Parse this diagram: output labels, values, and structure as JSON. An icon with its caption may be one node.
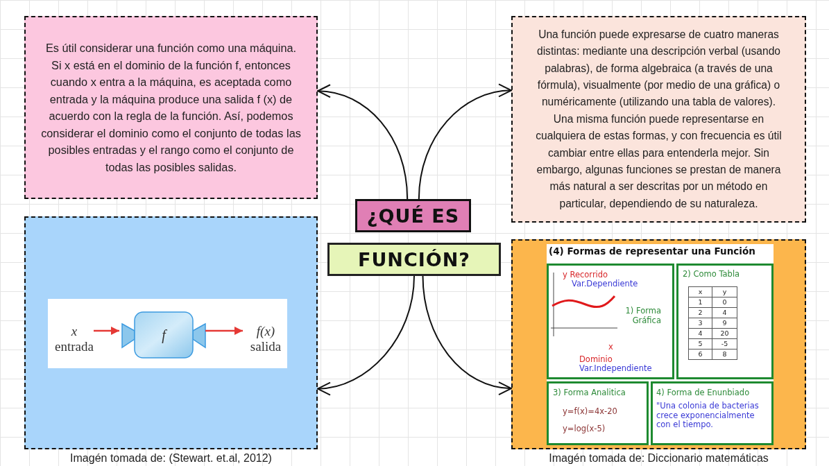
{
  "diagram": {
    "nodes": [
      {
        "text": [
          "¿QUÉ ES"
        ]
      },
      {
        "text": [
          "FUNCIÓN?"
        ]
      },
      {
        "text": [
          "Es útil considerar una función como una máquina. Si x está en el dominio de la función f, entonces cuando x entra a la máquina, es aceptada como entrada y la máquina produce una salida f (x) de acuerdo con la regla de la función. Así, podemos considerar el dominio como el conjunto de todas las posibles entradas y el rango como el conjunto de todas las posibles salidas."
        ]
      },
      {
        "text": [
          "Una función puede expresarse de cuatro maneras distintas: mediante una descripción verbal (usando palabras), de forma algebraica (a través de una fórmula), visualmente (por medio de una gráfica) o numéricamente (utilizando una tabla de valores). Una misma función puede representarse en cualquiera de estas formas, y con frecuencia es útil cambiar entre ellas para entenderla mejor. Sin embargo, algunas funciones se prestan de manera más natural a ser descritas por un método en particular, dependiendo de su naturaleza."
        ]
      },
      {
        "text": [],
        "shape": "box",
        "beside": [
          "Imagén tomada de: (Stewart. et.al, 2012)"
        ]
      },
      {
        "text": [],
        "shape": "box",
        "beside": [
          "Imagén tomada de: Diccionario matemáticas"
        ]
      },
      {
        "text": [
          "x",
          "entrada"
        ],
        "in": 4
      },
      {
        "text": [
          "f"
        ],
        "in": 4
      },
      {
        "text": [
          "f(x)",
          "salida"
        ],
        "in": 4
      },
      {
        "text": [
          "1) Forma Gráfica"
        ],
        "in": 5
      },
      {
        "text": [
          "2) Como Tabla"
        ],
        "in": 5
      },
      {
        "text": [
          "3) Forma Analitica",
          "y=f(x)=4x-20",
          "y=log(x-5)"
        ],
        "in": 5
      },
      {
        "text": [
          "4) Forma de Enunbiado",
          "\"Una colonia de bacterias crece exponencialmente con el tiempo."
        ],
        "in": 5
      }
    ],
    "edges": [
      {
        "from": 0,
        "to": 2,
        "arrow": "to"
      },
      {
        "from": 0,
        "to": 3,
        "arrow": "to"
      },
      {
        "from": 1,
        "to": 4,
        "arrow": "to"
      },
      {
        "from": 1,
        "to": 5,
        "arrow": "to"
      },
      {
        "from": 6,
        "to": 7,
        "arrow": "to",
        "color": "#e53935"
      },
      {
        "from": 7,
        "to": 8,
        "arrow": "to",
        "color": "#e53935"
      }
    ],
    "labels": [
      "(4) Formas de representar una Función",
      "y Recorrido",
      "Var.Dependiente",
      "x",
      "Dominio",
      "Var.Independiente",
      "x",
      "y",
      "1",
      "0",
      "2",
      "4",
      "3",
      "9",
      "4",
      "20",
      "5",
      "-5",
      "6",
      "8"
    ]
  }
}
